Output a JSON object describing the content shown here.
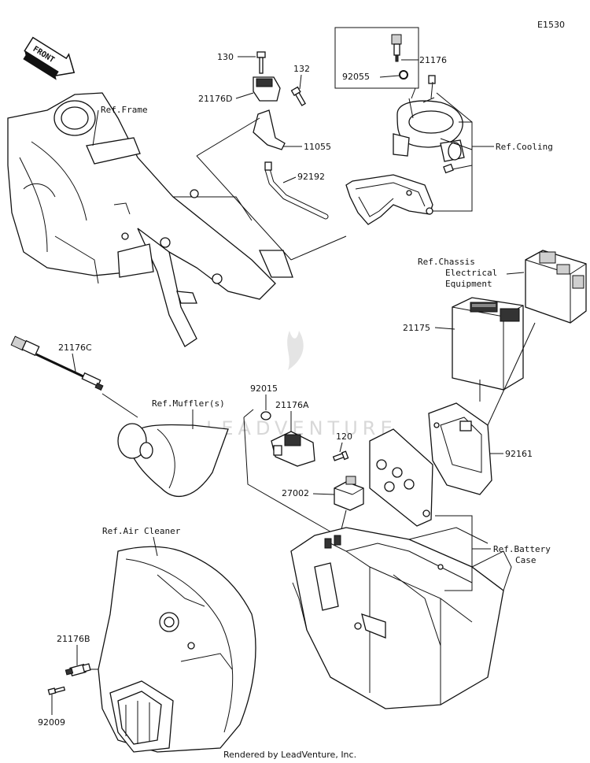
{
  "diagram_code": "E1530",
  "front_label": "FRONT",
  "watermark": "LEADVENTURE",
  "footer": "Rendered by LeadVenture, Inc.",
  "parts": {
    "p130": "130",
    "p132": "132",
    "p21176D": "21176D",
    "p11055": "11055",
    "p92192": "92192",
    "p21176": "21176",
    "p92055": "92055",
    "p21176C": "21176C",
    "p21175": "21175",
    "p92015": "92015",
    "p21176A": "21176A",
    "p120": "120",
    "p27002": "27002",
    "p92161": "92161",
    "p21176B": "21176B",
    "p92009": "92009"
  },
  "refs": {
    "frame": "Ref.Frame",
    "cooling": "Ref.Cooling",
    "chassis_1": "Ref.Chassis",
    "chassis_2": "Electrical",
    "chassis_3": "Equipment",
    "muffler": "Ref.Muffler(s)",
    "air_cleaner": "Ref.Air Cleaner",
    "battery_1": "Ref.Battery",
    "battery_2": "Case"
  }
}
